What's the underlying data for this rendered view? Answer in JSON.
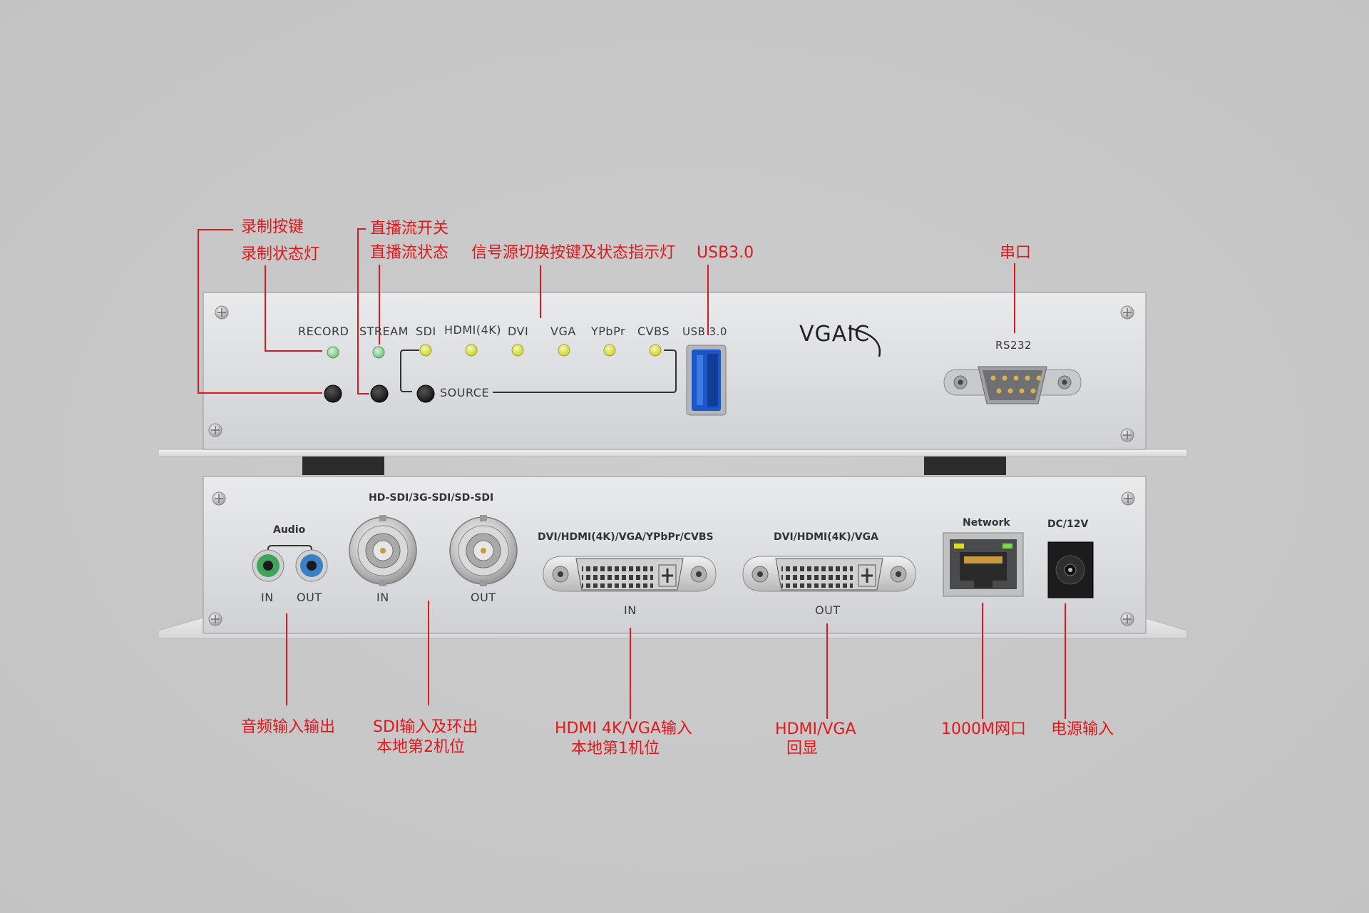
{
  "front_panel": {
    "brand": "VGAIC",
    "labels": {
      "record": "RECORD",
      "stream": "STREAM",
      "sdi": "SDI",
      "hdmi4k": "HDMI(4K)",
      "dvi": "DVI",
      "vga": "VGA",
      "ypbpr": "YPbPr",
      "cvbs": "CVBS",
      "source": "SOURCE",
      "usb": "USB 3.0",
      "rs232": "RS232"
    },
    "colors": {
      "led_green": "#7fd08a",
      "led_yellow": "#e0e23a",
      "usb_blue": "#1f5fd6"
    }
  },
  "rear_panel": {
    "labels": {
      "audio": "Audio",
      "audio_in": "IN",
      "audio_out": "OUT",
      "sdi_group": "HD-SDI/3G-SDI/SD-SDI",
      "sdi_in": "IN",
      "sdi_out": "OUT",
      "dvi_in_title": "DVI/HDMI(4K)/VGA/YPbPr/CVBS",
      "dvi_in": "IN",
      "dvi_out_title": "DVI/HDMI(4K)/VGA",
      "dvi_out": "OUT",
      "network": "Network",
      "dc": "DC/12V"
    },
    "colors": {
      "jack_green": "#3fa35a",
      "jack_blue": "#3d7fc4"
    }
  },
  "callouts": {
    "record_button": "录制按键",
    "record_status": "录制状态灯",
    "stream_switch": "直播流开关",
    "stream_status": "直播流状态",
    "source_switch": "信号源切换按键及状态指示灯",
    "usb": "USB3.0",
    "serial": "串口",
    "audio": "音频输入输出",
    "sdi_line1": "SDI输入及环出",
    "sdi_line2": "本地第2机位",
    "hdmi_in_line1": "HDMI 4K/VGA输入",
    "hdmi_in_line2": "本地第1机位",
    "hdmi_out_line1": "HDMI/VGA",
    "hdmi_out_line2": "回显",
    "network": "1000M网口",
    "power": "电源输入"
  },
  "colors": {
    "callout_red": "#e3161b"
  }
}
